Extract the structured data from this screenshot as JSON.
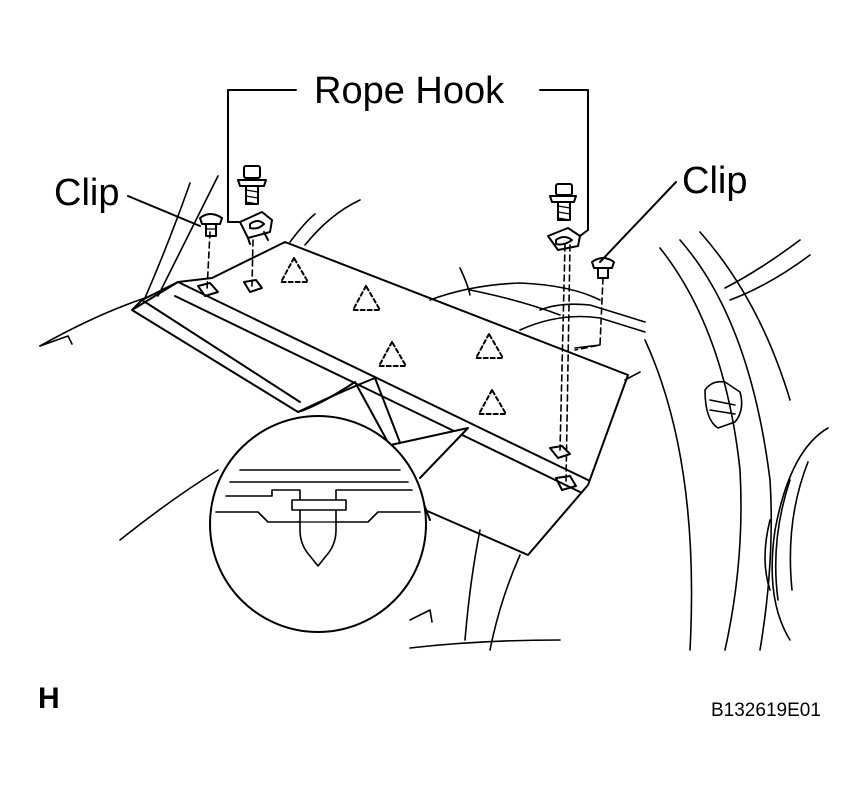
{
  "labels": {
    "rope_hook": "Rope Hook",
    "clip_left": "Clip",
    "clip_right": "Clip",
    "view_letter": "H",
    "figure_code": "B132619E01"
  },
  "colors": {
    "ink": "#000000",
    "paper": "#ffffff"
  },
  "icons": {
    "bolt": "bolt-icon",
    "clip": "clip-icon",
    "rope_hook": "rope-hook-icon",
    "caution_mark": "triangle-caution-icon",
    "detail_circle": "magnifier-detail-icon"
  }
}
